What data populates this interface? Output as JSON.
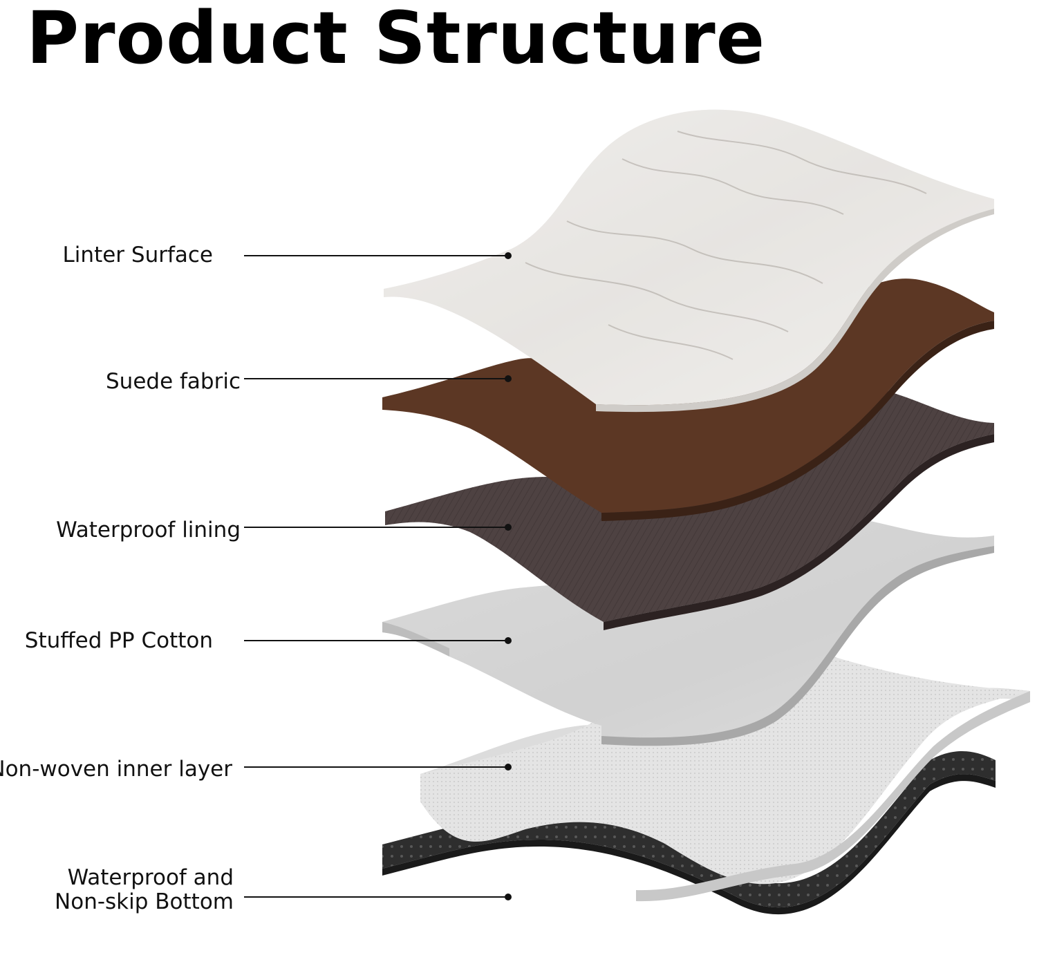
{
  "title": "Product Structure",
  "layers": [
    {
      "label": "Linter Surface",
      "color": "#ebe9e6"
    },
    {
      "label": "Suede fabric",
      "color": "#5c3724"
    },
    {
      "label": "Waterproof lining",
      "color": "#4e4242"
    },
    {
      "label": "Stuffed PP Cotton",
      "color": "#d6d6d6"
    },
    {
      "label": "Non-woven inner layer",
      "color": "#e2e2e2"
    },
    {
      "label": "Waterproof and",
      "label_line2": "Non-skip Bottom",
      "color": "#2e2e2e"
    }
  ]
}
